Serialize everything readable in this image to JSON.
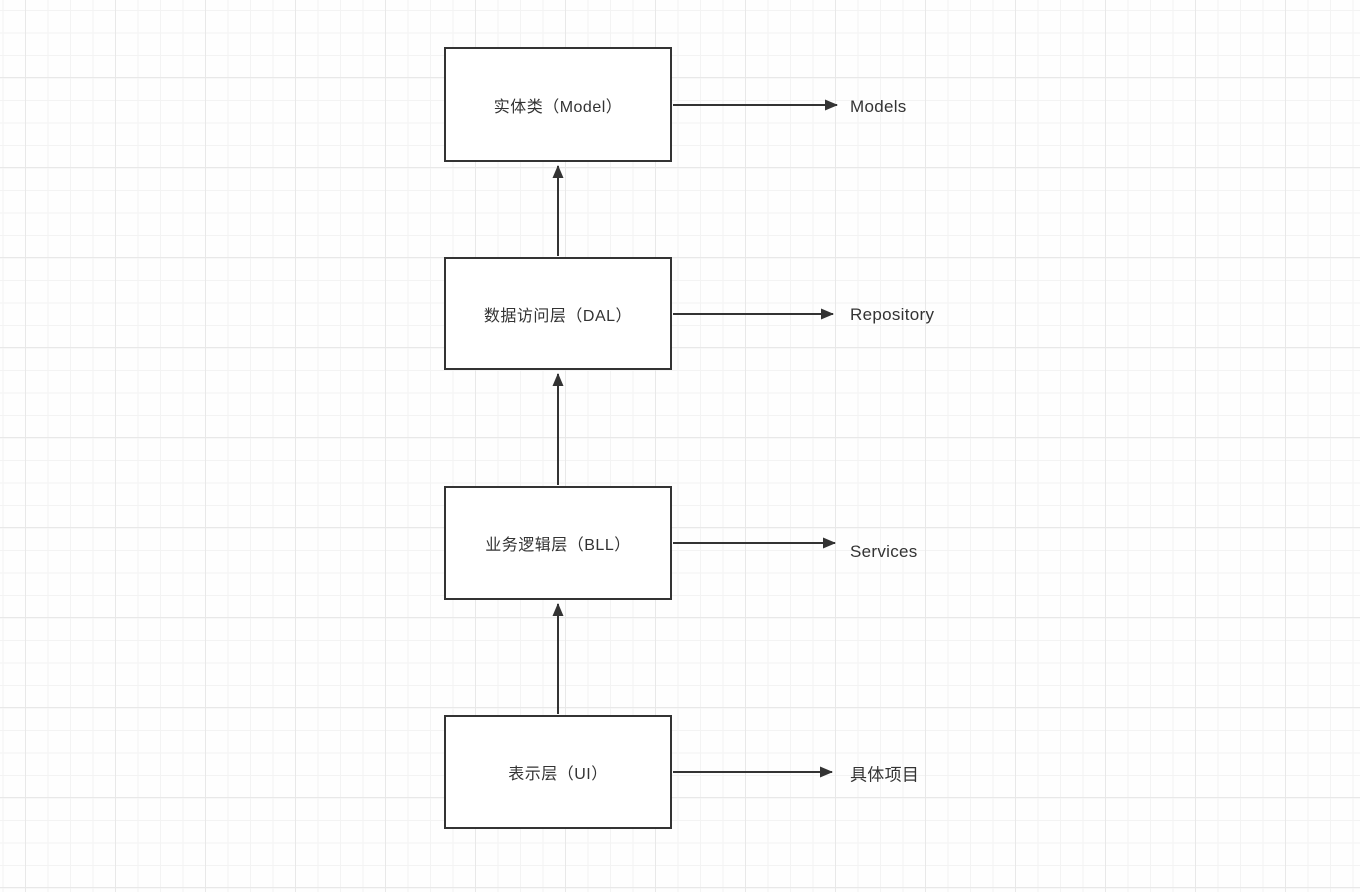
{
  "diagram": {
    "title": "Layered architecture mapping diagram",
    "layers": [
      {
        "id": "model",
        "box_label": "实体类（Model）",
        "side_label": "Models"
      },
      {
        "id": "dal",
        "box_label": "数据访问层（DAL）",
        "side_label": "Repository"
      },
      {
        "id": "bll",
        "box_label": "业务逻辑层（BLL）",
        "side_label": "Services"
      },
      {
        "id": "ui",
        "box_label": "表示层（UI）",
        "side_label": "具体项目"
      }
    ],
    "connectors": {
      "vertical_direction": "up",
      "horizontal_direction": "right",
      "arrowhead": "solid-triangle"
    }
  },
  "colors": {
    "stroke": "#333333",
    "text": "#333333",
    "box_fill": "#ffffff",
    "canvas_bg": "#fefefe",
    "grid_minor": "#f3f3f3",
    "grid_major": "#e8e8e8"
  }
}
